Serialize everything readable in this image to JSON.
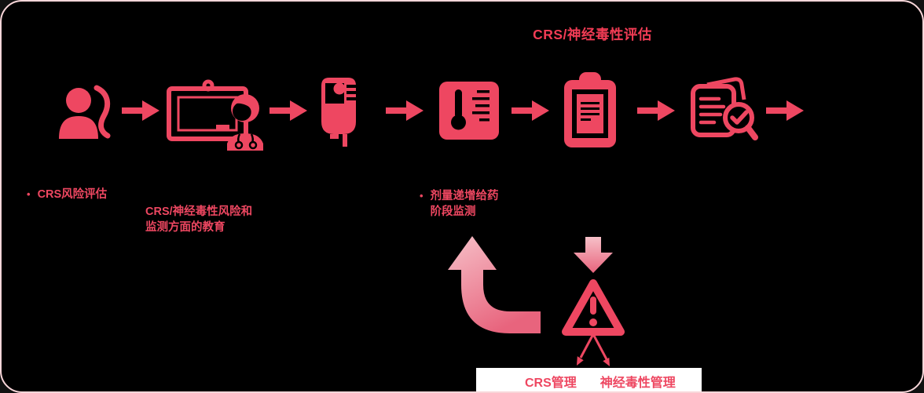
{
  "diagram": {
    "title": "CRS/神经毒性评估",
    "bullet_glyph": "•",
    "notes": {
      "risk_assessment": "CRS风险评估",
      "education_line1": "CRS/神经毒性风险和",
      "education_line2": "监测方面的教育",
      "dose_monitoring_line1": "剂量递增给药",
      "dose_monitoring_line2": "阶段监测"
    },
    "management": {
      "crs": "CRS管理",
      "neurotoxicity": "神经毒性管理"
    },
    "icons": {
      "flow_steps": [
        "patient-icon",
        "education-monitor-doctor-icon",
        "iv-bag-icon",
        "thermometer-chart-icon",
        "clipboard-record-icon",
        "document-review-check-icon"
      ],
      "connector": "arrow-right-icon",
      "extras": [
        "curved-return-arrow-icon",
        "down-arrow-icon",
        "warning-triangle-icon",
        "split-pointer-arrows-icon"
      ]
    },
    "colors": {
      "background": "#000000",
      "frame_border": "#f8d6d9",
      "accent": "#ee4761",
      "title_red": "#f23c55",
      "gradient_light": "#f6c0c8",
      "gradient_dark": "#e8647d",
      "label_box_bg": "#ffffff"
    }
  }
}
